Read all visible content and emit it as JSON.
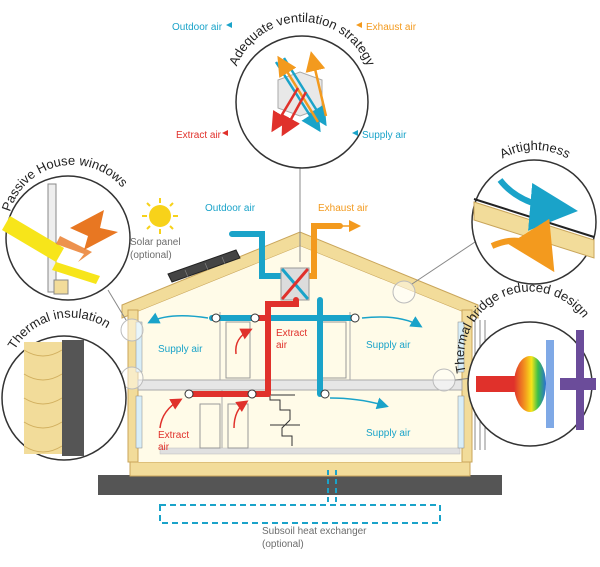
{
  "labels": {
    "ventilation_title": "Adequate ventilation strategy",
    "outdoor_air_top": "Outdoor air",
    "exhaust_air_top": "Exhaust air",
    "extract_air_top": "Extract air",
    "supply_air_top": "Supply air",
    "passive_windows": "Passive House windows",
    "thermal_insulation": "Thermal insulation",
    "airtightness": "Airtightness",
    "thermal_bridge": "Thermal bridge reduced design",
    "solar_panel_1": "Solar panel",
    "solar_panel_2": "(optional)",
    "outdoor_air_house": "Outdoor air",
    "exhaust_air_house": "Exhaust air",
    "extract_air_upper_1": "Extract",
    "extract_air_upper_2": "air",
    "supply_air_upper_left": "Supply air",
    "supply_air_upper_right": "Supply air",
    "supply_air_lower": "Supply air",
    "extract_air_lower_1": "Extract",
    "extract_air_lower_2": "air",
    "subsoil_1": "Subsoil heat exchanger",
    "subsoil_2": "(optional)"
  },
  "colors": {
    "outdoor_supply": "#1aa3c9",
    "exhaust": "#f39a1e",
    "extract": "#e0312b",
    "house_wall": "#f2dc9a",
    "house_interior": "#fffbe8",
    "ground": "#555555",
    "sun": "#f7d21a"
  }
}
